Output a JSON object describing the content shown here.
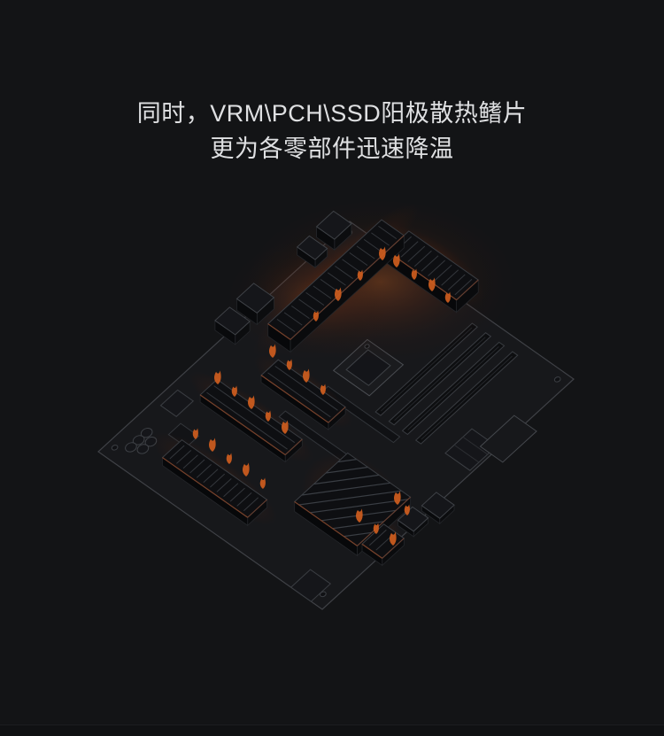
{
  "page_background": "#131416",
  "heading": {
    "line1": "同时，VRM\\PCH\\SSD阳极散热鳍片",
    "line2": "更为各零部件迅速降温"
  },
  "illustration": {
    "name": "isometric-motherboard-heat-dissipation",
    "accent_color": "#cf5d1e",
    "glow_color": "#9c3a10",
    "board_fill": "#17181b",
    "board_outline": "#3f4146",
    "parts": [
      "pcb-board",
      "rear-io-stack-1",
      "rear-io-stack-2",
      "rear-io-port-lan",
      "rear-io-port-usb",
      "vrm-heatsink-top",
      "vrm-heatsink-left",
      "cpu-socket",
      "ram-slots",
      "pcie-slot-1",
      "pcie-slot-2",
      "m2-heatsink-1",
      "m2-heatsink-2",
      "m2-heatsink-3",
      "pch-heatsink",
      "edge-connector-block",
      "fan-header-1",
      "fan-header-2",
      "sata-ports",
      "atx-connector-outline",
      "audio-capacitors",
      "front-panel-header",
      "debug-header",
      "mounting-screws",
      "heat-flames"
    ]
  }
}
